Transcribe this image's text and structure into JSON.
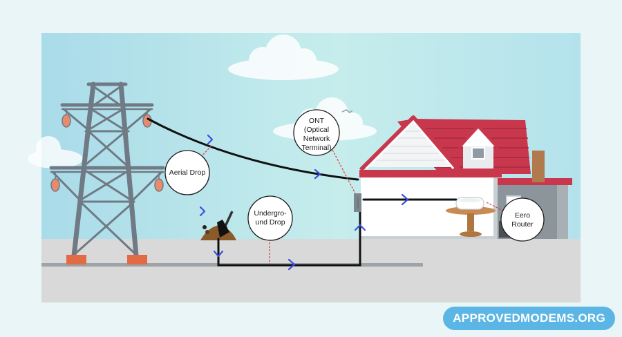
{
  "labels": {
    "aerial_drop": "Aerial Drop",
    "underground_drop": [
      "Undergro-",
      "und Drop"
    ],
    "ont": [
      "ONT",
      "(Optical",
      "Network",
      "Terminal)"
    ],
    "eero_router": [
      "Eero",
      "Router"
    ]
  },
  "brand": "APPROVEDMODEMS.ORG",
  "colors": {
    "sky": "#bfe8ee",
    "ground": "#d9d9d9",
    "cable": "#111111",
    "arrow": "#3b4fe0",
    "leader": "#e03b3b",
    "roof": "#c9374d",
    "tower": "#6f7a84",
    "insulator": "#e78b6c",
    "brand_bg": "#5bb6e6"
  }
}
